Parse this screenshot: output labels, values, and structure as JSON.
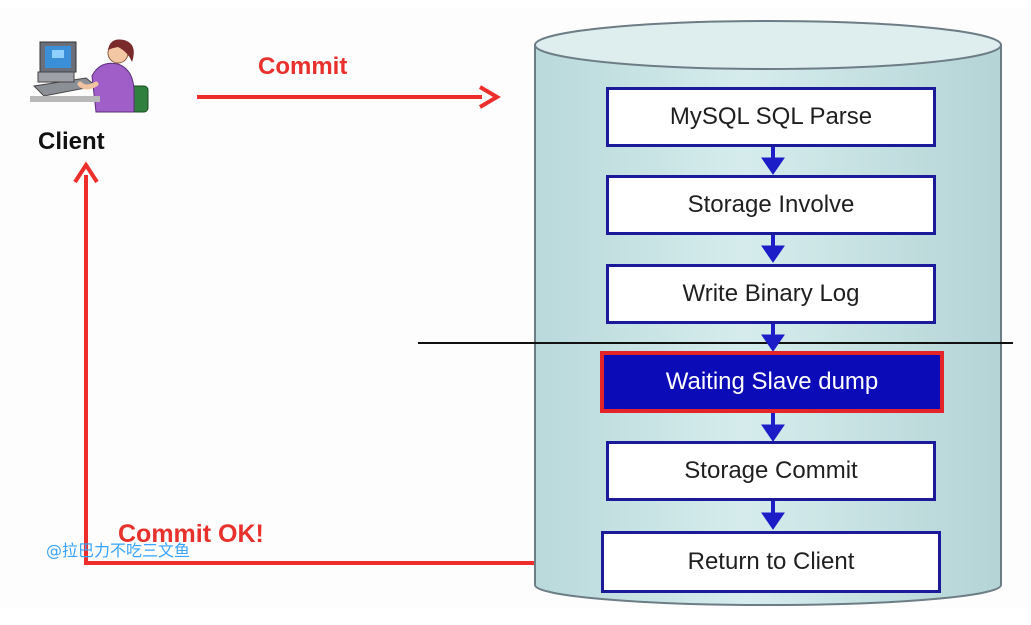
{
  "client": {
    "label": "Client",
    "icon": "person-at-computer-icon"
  },
  "commit": {
    "label": "Commit"
  },
  "commit_ok": {
    "label": "Commit OK!"
  },
  "watermark": {
    "text": "@拉巴力不吃三文鱼"
  },
  "server_steps": [
    {
      "label": "MySQL SQL Parse"
    },
    {
      "label": "Storage Involve"
    },
    {
      "label": "Write Binary Log"
    },
    {
      "label": "Waiting Slave dump",
      "highlighted": true
    },
    {
      "label": "Storage Commit"
    },
    {
      "label": "Return to Client"
    }
  ],
  "colors": {
    "cylinder_fill": "#cfe7e8",
    "cylinder_stroke": "#6d7d86",
    "flow_arrow": "#e8312c",
    "step_arrow": "#1d1dc8",
    "highlight_fill": "#0b0bb8",
    "highlight_border": "#e5242a"
  }
}
